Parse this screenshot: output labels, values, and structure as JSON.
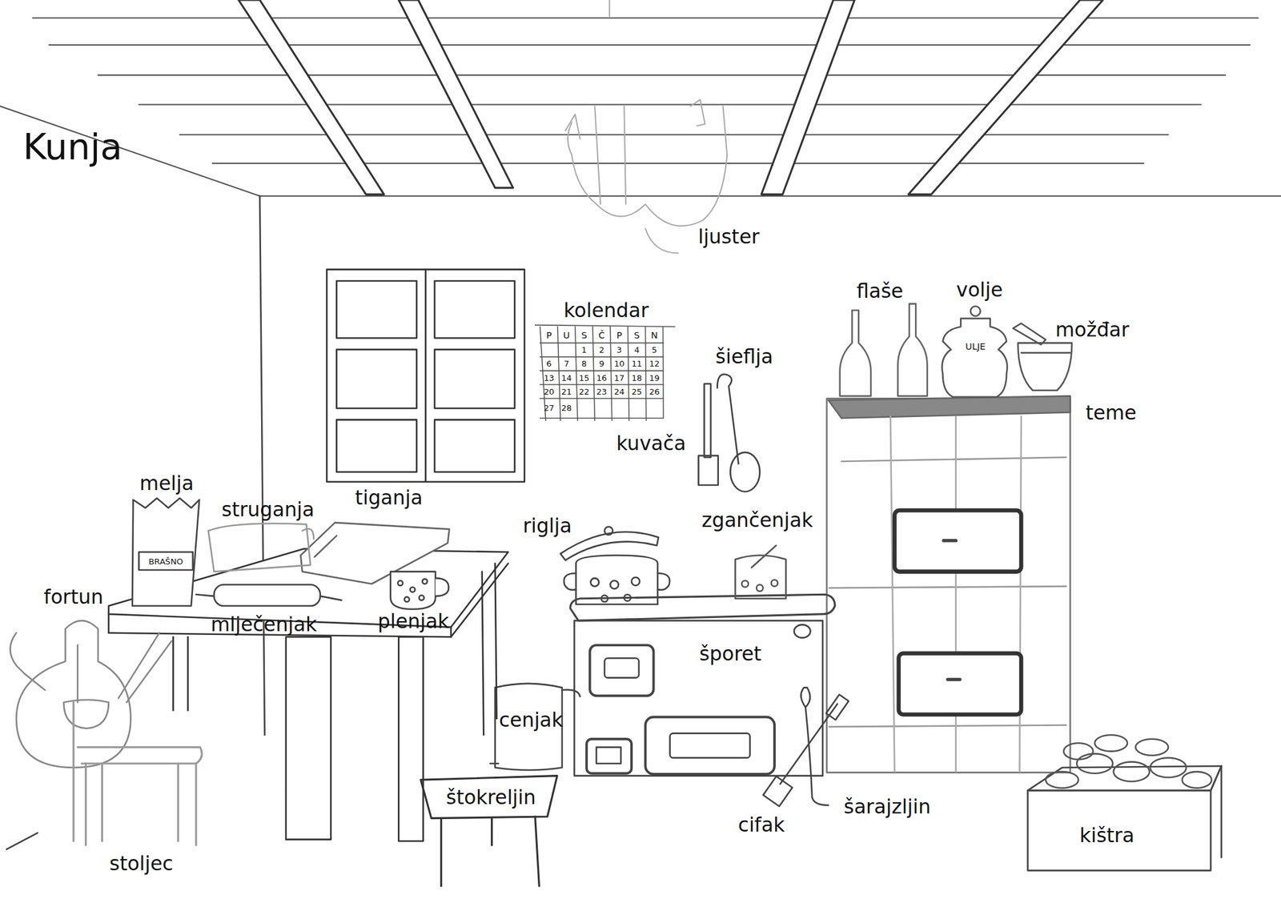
{
  "diagram": {
    "title": "Kunja",
    "labels": [
      "ljuster",
      "kolendar",
      "P",
      "U",
      "S",
      "Č",
      "P",
      "S",
      "N",
      "1",
      "2",
      "3",
      "4",
      "5",
      "6",
      "7",
      "8",
      "9",
      "10",
      "11",
      "12",
      "13",
      "14",
      "15",
      "16",
      "17",
      "18",
      "19",
      "20",
      "21",
      "22",
      "23",
      "24",
      "25",
      "26",
      "27",
      "28",
      "flaše",
      "volje",
      "ULJE",
      "možđar",
      "šieflja",
      "teme",
      "kuvača",
      "melja",
      "BRAŠNO",
      "struganja",
      "tiganja",
      "riglja",
      "zgančenjak",
      "fortun",
      "mlječenjak",
      "plenjak",
      "šporet",
      "cenjak",
      "štokreljin",
      "cifak",
      "šarajzljin",
      "kištra",
      "stoljec"
    ]
  }
}
